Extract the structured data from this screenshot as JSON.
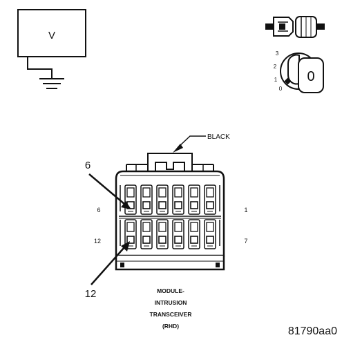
{
  "meter": {
    "label": "V"
  },
  "ignition": {
    "positions": [
      "0",
      "1",
      "2",
      "3"
    ],
    "key_label": "0"
  },
  "connector": {
    "color_label": "BLACK",
    "callout_top": "6",
    "callout_bottom": "12",
    "pin_left_top": "6",
    "pin_right_top": "1",
    "pin_left_bottom": "12",
    "pin_right_bottom": "7",
    "caption": [
      "MODULE-",
      "INTRUSION",
      "TRANSCEIVER",
      "(RHD)"
    ]
  },
  "figure_id": "81790aa0",
  "colors": {
    "ink": "#111111",
    "paper": "#ffffff"
  },
  "icons": {
    "meter": "voltmeter-icon",
    "ground": "ground-symbol-icon",
    "unplug": "connector-disconnect-icon",
    "ignition": "ignition-switch-icon"
  }
}
